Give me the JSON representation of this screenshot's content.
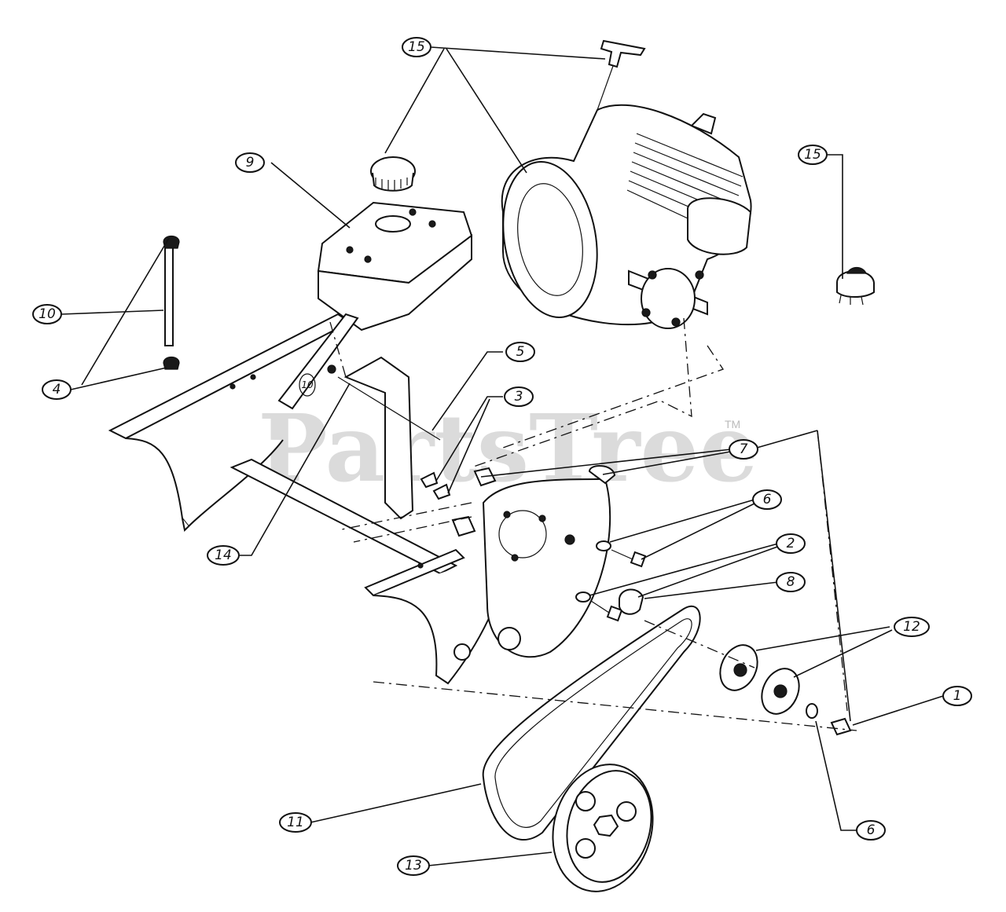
{
  "watermark": {
    "text": "PartsTree",
    "trademark": "TM"
  },
  "callouts": {
    "c15a": "15",
    "c15b": "15",
    "c9": "9",
    "c10a": "10",
    "c10b": "10",
    "c4": "4",
    "c5": "5",
    "c3": "3",
    "c7": "7",
    "c6a": "6",
    "c2": "2",
    "c8": "8",
    "c12": "12",
    "c1": "1",
    "c6b": "6",
    "c14": "14",
    "c11": "11",
    "c13": "13"
  },
  "parts": [
    "engine",
    "fuel-cap",
    "fuel-tank",
    "fuel-line",
    "fuel-clamp",
    "throttle-bracket",
    "frame",
    "spacer",
    "washer",
    "bolt",
    "pulley-half",
    "v-belt",
    "drive-pulley",
    "primer-bulb"
  ]
}
